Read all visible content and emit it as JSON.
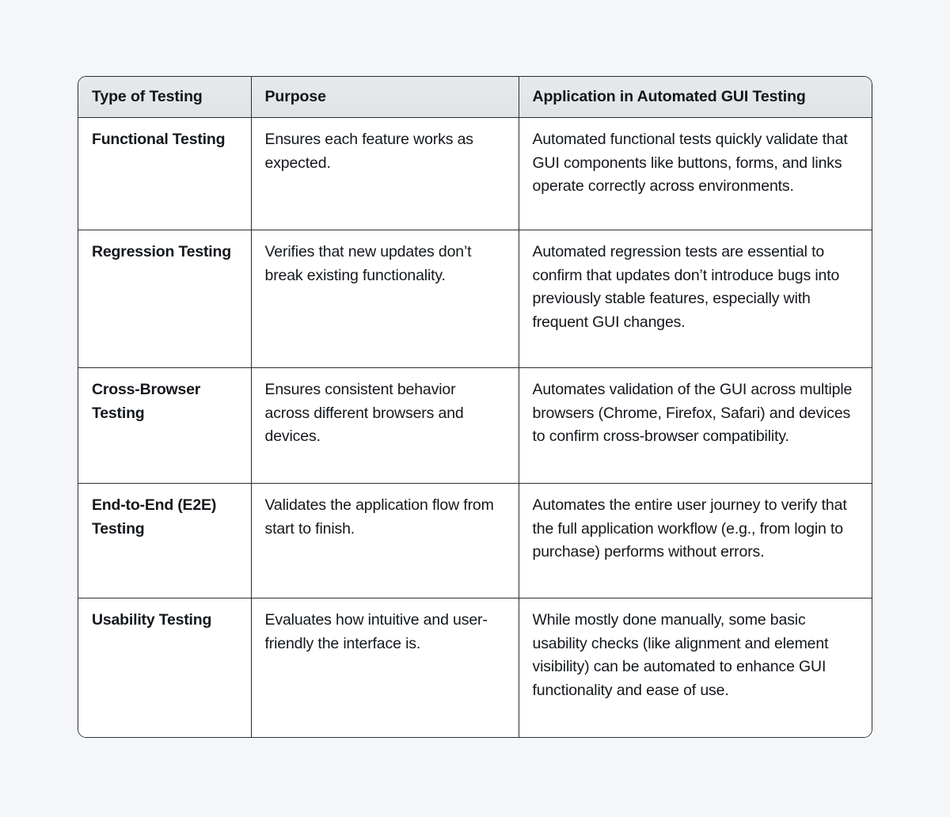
{
  "page": {
    "background_color": "#f4f6f7"
  },
  "table": {
    "border_color": "#2a2f33",
    "header_background": "#e2e5e8",
    "text_color": "#14181c",
    "columns": [
      "Type of Testing",
      "Purpose",
      "Application in Automated GUI Testing"
    ],
    "rows": [
      {
        "type": "Functional Testing",
        "purpose": "Ensures each feature works as expected.",
        "application": "Automated functional tests quickly validate that GUI components like buttons, forms, and links operate correctly across environments."
      },
      {
        "type": "Regression Testing",
        "purpose": "Verifies that new updates don’t break existing functionality.",
        "application": "Automated regression tests are essential to confirm that updates don’t introduce bugs into previously stable features, especially with frequent GUI changes."
      },
      {
        "type": "Cross-Browser Testing",
        "purpose": "Ensures consistent behavior across different browsers and devices.",
        "application": "Automates validation of the GUI across multiple browsers (Chrome, Firefox, Safari) and devices to confirm cross-browser compatibility."
      },
      {
        "type": "End-to-End (E2E) Testing",
        "purpose": "Validates the application flow from start to finish.",
        "application": "Automates the entire user journey to verify that the full application workflow (e.g., from login to purchase) performs without errors."
      },
      {
        "type": "Usability Testing",
        "purpose": "Evaluates how intuitive and user-friendly the interface is.",
        "application": "While mostly done manually, some basic usability checks (like alignment and element visibility) can be automated to enhance GUI functionality and ease of use."
      }
    ]
  }
}
